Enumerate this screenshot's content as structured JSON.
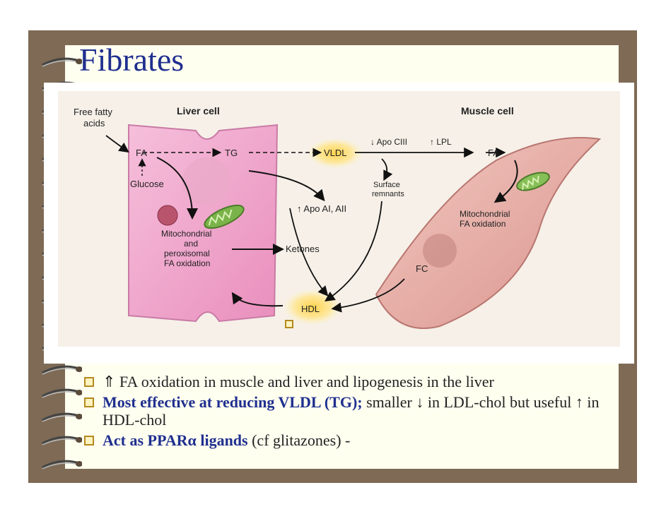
{
  "slide": {
    "title": "Fibrates"
  },
  "diagram": {
    "free_fatty_acids": "Free fatty acids",
    "liver_cell": "Liver cell",
    "muscle_cell": "Muscle cell",
    "fa_liver": "FA",
    "tg": "TG",
    "glucose": "Glucose",
    "mito_perox_1": "Mitochondrial",
    "mito_perox_2": "and",
    "mito_perox_3": "peroxisomal",
    "mito_perox_4": "FA oxidation",
    "vldl": "VLDL",
    "apo_ciii": "Apo CIII",
    "lpl": "LPL",
    "fa_muscle": "FA",
    "surface_remnants_1": "Surface",
    "surface_remnants_2": "remnants",
    "apo_ai_aii": "Apo AI, AII",
    "ketones": "Ketones",
    "mito_muscle_1": "Mitochondrial",
    "mito_muscle_2": "FA oxidation",
    "fc": "FC",
    "hdl": "HDL"
  },
  "bullets": [
    {
      "strong": "",
      "text": "⇑ FA oxidation in muscle and liver and lipogenesis in the liver"
    },
    {
      "strong": "Most effective at reducing VLDL (TG);",
      "text": " smaller ↓ in LDL-chol but useful ↑ in HDL-chol"
    },
    {
      "strong": "Act as PPARα ligands",
      "text": " (cf glitazones) -"
    }
  ],
  "colors": {
    "frame": "#7e6a55",
    "paper": "#fffff0",
    "title": "#1f2f8f",
    "liver_cell": "#f0a6c9",
    "muscle_cell": "#e8b4ad",
    "highlight": "#ffd24a"
  }
}
